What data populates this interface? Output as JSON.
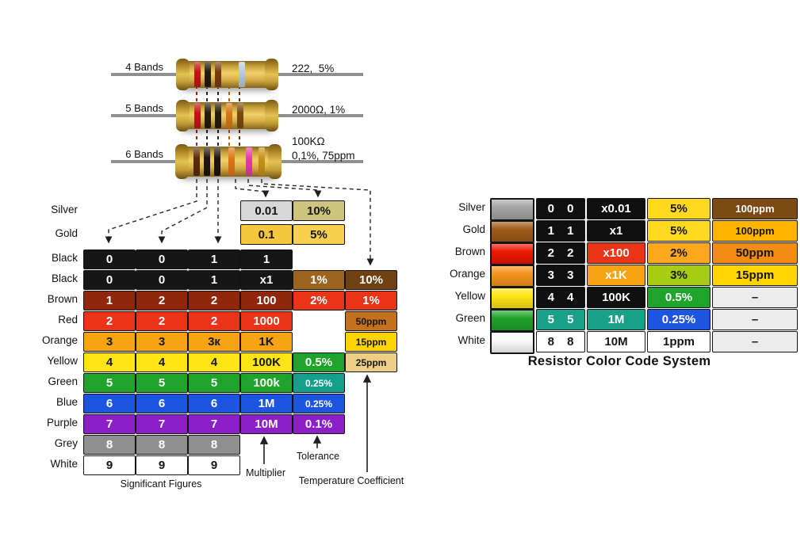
{
  "resistors": [
    {
      "label": "4 Bands",
      "value_lines": [
        "222,  5%"
      ],
      "band_colors": [
        "#c41616",
        "#26190e",
        "#7c3c10",
        "#b9cdd6"
      ]
    },
    {
      "label": "5 Bands",
      "value_lines": [
        "2000Ω, 1%"
      ],
      "band_colors": [
        "#c41616",
        "#26190e",
        "#26190e",
        "#d87818",
        "#7c4a10"
      ]
    },
    {
      "label": "6 Bands",
      "value_lines": [
        "100KΩ",
        "0,1%, 75ppm"
      ],
      "band_colors": [
        "#5c2c08",
        "#1e150e",
        "#1e150e",
        "#e07818",
        "#e63e9e",
        "#c89418"
      ]
    }
  ],
  "left_table": {
    "pre_rows": [
      {
        "label": "Silver",
        "cells": [
          {
            "col": 4,
            "text": "0.01",
            "bg": "#d7d7d7",
            "fg": "#161616"
          },
          {
            "col": 5,
            "text": "10%",
            "bg": "#cdc47e",
            "fg": "#161616"
          }
        ]
      },
      {
        "label": "Gold",
        "cells": [
          {
            "col": 4,
            "text": "0.1",
            "bg": "#f3c83e",
            "fg": "#161616"
          },
          {
            "col": 5,
            "text": "5%",
            "bg": "#f6d04e",
            "fg": "#161616"
          }
        ]
      }
    ],
    "rows": [
      {
        "label": "Black",
        "cells": [
          {
            "col": 1,
            "text": "0",
            "bg": "#161616",
            "fg": "#ffffff"
          },
          {
            "col": 2,
            "text": "0",
            "bg": "#161616",
            "fg": "#ffffff"
          },
          {
            "col": 3,
            "text": "1",
            "bg": "#161616",
            "fg": "#ffffff"
          },
          {
            "col": 4,
            "text": "1",
            "bg": "#161616",
            "fg": "#ffffff"
          }
        ]
      },
      {
        "label": "Black",
        "cells": [
          {
            "col": 1,
            "text": "0",
            "bg": "#161616",
            "fg": "#ffffff"
          },
          {
            "col": 2,
            "text": "0",
            "bg": "#161616",
            "fg": "#ffffff"
          },
          {
            "col": 3,
            "text": "1",
            "bg": "#161616",
            "fg": "#ffffff"
          },
          {
            "col": 4,
            "text": "x1",
            "bg": "#161616",
            "fg": "#ffffff"
          },
          {
            "col": 5,
            "text": "1%",
            "bg": "#9c641e",
            "fg": "#ffffff"
          },
          {
            "col": 6,
            "text": "10%",
            "bg": "#6e4012",
            "fg": "#ffffff"
          }
        ]
      },
      {
        "label": "Brown",
        "cells": [
          {
            "col": 1,
            "text": "1",
            "bg": "#90260c",
            "fg": "#ffffff"
          },
          {
            "col": 2,
            "text": "2",
            "bg": "#90260c",
            "fg": "#ffffff"
          },
          {
            "col": 3,
            "text": "2",
            "bg": "#90260c",
            "fg": "#ffffff"
          },
          {
            "col": 4,
            "text": "100",
            "bg": "#90260c",
            "fg": "#ffffff"
          },
          {
            "col": 5,
            "text": "2%",
            "bg": "#e93418",
            "fg": "#ffffff"
          },
          {
            "col": 6,
            "text": "1%",
            "bg": "#e93418",
            "fg": "#ffffff"
          }
        ]
      },
      {
        "label": "Red",
        "cells": [
          {
            "col": 1,
            "text": "2",
            "bg": "#e93418",
            "fg": "#ffffff"
          },
          {
            "col": 2,
            "text": "2",
            "bg": "#e93418",
            "fg": "#ffffff"
          },
          {
            "col": 3,
            "text": "2",
            "bg": "#e93418",
            "fg": "#ffffff"
          },
          {
            "col": 4,
            "text": "1000",
            "bg": "#e93418",
            "fg": "#ffffff"
          },
          {
            "col": 6,
            "text": "50ppm",
            "bg": "#c4711b",
            "fg": "#161616"
          }
        ]
      },
      {
        "label": "Orange",
        "cells": [
          {
            "col": 1,
            "text": "3",
            "bg": "#f7a414",
            "fg": "#161616"
          },
          {
            "col": 2,
            "text": "3",
            "bg": "#f7a414",
            "fg": "#161616"
          },
          {
            "col": 3,
            "text": "3к",
            "bg": "#f7a414",
            "fg": "#161616"
          },
          {
            "col": 4,
            "text": "1K",
            "bg": "#f7a414",
            "fg": "#161616"
          },
          {
            "col": 6,
            "text": "15ppm",
            "bg": "#ffd400",
            "fg": "#161616"
          }
        ]
      },
      {
        "label": "Yellow",
        "cells": [
          {
            "col": 1,
            "text": "4",
            "bg": "#ffe414",
            "fg": "#161616"
          },
          {
            "col": 2,
            "text": "4",
            "bg": "#ffe414",
            "fg": "#161616"
          },
          {
            "col": 3,
            "text": "4",
            "bg": "#ffe414",
            "fg": "#161616"
          },
          {
            "col": 4,
            "text": "100K",
            "bg": "#ffe414",
            "fg": "#161616"
          },
          {
            "col": 5,
            "text": "0.5%",
            "bg": "#1fa32a",
            "fg": "#ffffff"
          },
          {
            "col": 6,
            "text": "25ppm",
            "bg": "#eccf84",
            "fg": "#161616"
          }
        ]
      },
      {
        "label": "Green",
        "cells": [
          {
            "col": 1,
            "text": "5",
            "bg": "#1fa32a",
            "fg": "#ffffff"
          },
          {
            "col": 2,
            "text": "5",
            "bg": "#1fa32a",
            "fg": "#ffffff"
          },
          {
            "col": 3,
            "text": "5",
            "bg": "#1fa32a",
            "fg": "#ffffff"
          },
          {
            "col": 4,
            "text": "100k",
            "bg": "#1fa32a",
            "fg": "#ffffff"
          },
          {
            "col": 5,
            "text": "0.25%",
            "bg": "#149e8c",
            "fg": "#ffffff"
          }
        ]
      },
      {
        "label": "Blue",
        "cells": [
          {
            "col": 1,
            "text": "6",
            "bg": "#1d55e0",
            "fg": "#ffffff"
          },
          {
            "col": 2,
            "text": "6",
            "bg": "#1d55e0",
            "fg": "#ffffff"
          },
          {
            "col": 3,
            "text": "6",
            "bg": "#1d55e0",
            "fg": "#ffffff"
          },
          {
            "col": 4,
            "text": "1M",
            "bg": "#1d55e0",
            "fg": "#ffffff"
          },
          {
            "col": 5,
            "text": "0.25%",
            "bg": "#1d55e0",
            "fg": "#ffffff"
          }
        ]
      },
      {
        "label": "Purple",
        "cells": [
          {
            "col": 1,
            "text": "7",
            "bg": "#8c1fc8",
            "fg": "#ffffff"
          },
          {
            "col": 2,
            "text": "7",
            "bg": "#8c1fc8",
            "fg": "#ffffff"
          },
          {
            "col": 3,
            "text": "7",
            "bg": "#8c1fc8",
            "fg": "#ffffff"
          },
          {
            "col": 4,
            "text": "10M",
            "bg": "#8c1fc8",
            "fg": "#ffffff"
          },
          {
            "col": 5,
            "text": "0.1%",
            "bg": "#8c1fc8",
            "fg": "#ffffff"
          }
        ]
      },
      {
        "label": "Grey",
        "cells": [
          {
            "col": 1,
            "text": "8",
            "bg": "#8f8f8f",
            "fg": "#ffffff"
          },
          {
            "col": 2,
            "text": "8",
            "bg": "#8f8f8f",
            "fg": "#ffffff"
          },
          {
            "col": 3,
            "text": "8",
            "bg": "#8f8f8f",
            "fg": "#ffffff"
          }
        ]
      },
      {
        "label": "White",
        "cells": [
          {
            "col": 1,
            "text": "9",
            "bg": "#ffffff",
            "fg": "#161616"
          },
          {
            "col": 2,
            "text": "9",
            "bg": "#ffffff",
            "fg": "#161616"
          },
          {
            "col": 3,
            "text": "9",
            "bg": "#ffffff",
            "fg": "#161616"
          }
        ]
      }
    ],
    "footer": {
      "significant_figures": "Significant Figures",
      "multiplier": "Multiplier",
      "tolerance": "Tolerance",
      "temperature_coefficient": "Temperature Coefficient"
    }
  },
  "right_table": {
    "title": "Resistor Color Code System",
    "rows": [
      {
        "label": "Silver",
        "swatch": "#a6a6a6",
        "cells": [
          {
            "text": "0 0",
            "bg": "#101010",
            "fg": "#ffffff"
          },
          {
            "text": "x0.01",
            "bg": "#101010",
            "fg": "#ffffff"
          },
          {
            "text": "5%",
            "bg": "#ffd91e",
            "fg": "#161616"
          },
          {
            "text": "100ppm",
            "bg": "#7c4a14",
            "fg": "#ffffff"
          }
        ]
      },
      {
        "label": "Gold",
        "swatch": "#a05a1a",
        "cells": [
          {
            "text": "1 1",
            "bg": "#101010",
            "fg": "#ffffff"
          },
          {
            "text": "x1",
            "bg": "#101010",
            "fg": "#ffffff"
          },
          {
            "text": "5%",
            "bg": "#ffd91e",
            "fg": "#161616"
          },
          {
            "text": "100ppm",
            "bg": "#ffb400",
            "fg": "#161616"
          }
        ]
      },
      {
        "label": "Brown",
        "swatch": "#ee1602",
        "cells": [
          {
            "text": "2 2",
            "bg": "#101010",
            "fg": "#ffffff"
          },
          {
            "text": "x100",
            "bg": "#e93418",
            "fg": "#ffffff"
          },
          {
            "text": "2%",
            "bg": "#ffa81e",
            "fg": "#161616"
          },
          {
            "text": "50ppm",
            "bg": "#f28c14",
            "fg": "#161616"
          }
        ]
      },
      {
        "label": "Orange",
        "swatch": "#f7921e",
        "cells": [
          {
            "text": "3 3",
            "bg": "#101010",
            "fg": "#ffffff"
          },
          {
            "text": "x1K",
            "bg": "#f7a414",
            "fg": "#ffffff"
          },
          {
            "text": "3%",
            "bg": "#a6cc14",
            "fg": "#161616"
          },
          {
            "text": "15ppm",
            "bg": "#ffd400",
            "fg": "#161616"
          }
        ]
      },
      {
        "label": "Yellow",
        "swatch": "#ffe414",
        "cells": [
          {
            "text": "4 4",
            "bg": "#101010",
            "fg": "#ffffff"
          },
          {
            "text": "100K",
            "bg": "#101010",
            "fg": "#ffffff"
          },
          {
            "text": "0.5%",
            "bg": "#1fa32a",
            "fg": "#ffffff"
          },
          {
            "text": "–",
            "bg": "#ececec",
            "fg": "#161616"
          }
        ]
      },
      {
        "label": "Green",
        "swatch": "#1fa32a",
        "cells": [
          {
            "text": "5 5",
            "bg": "#18a089",
            "fg": "#ffffff"
          },
          {
            "text": "1M",
            "bg": "#18a089",
            "fg": "#ffffff"
          },
          {
            "text": "0.25%",
            "bg": "#1d55e0",
            "fg": "#ffffff"
          },
          {
            "text": "–",
            "bg": "#ececec",
            "fg": "#161616"
          }
        ]
      },
      {
        "label": "White",
        "swatch": "#fbfbfb",
        "cells": [
          {
            "text": "8 8",
            "bg": "#ffffff",
            "fg": "#161616"
          },
          {
            "text": "10M",
            "bg": "#ffffff",
            "fg": "#161616"
          },
          {
            "text": "1ppm",
            "bg": "#ffffff",
            "fg": "#161616"
          },
          {
            "text": "–",
            "bg": "#ececec",
            "fg": "#161616"
          }
        ]
      }
    ]
  }
}
